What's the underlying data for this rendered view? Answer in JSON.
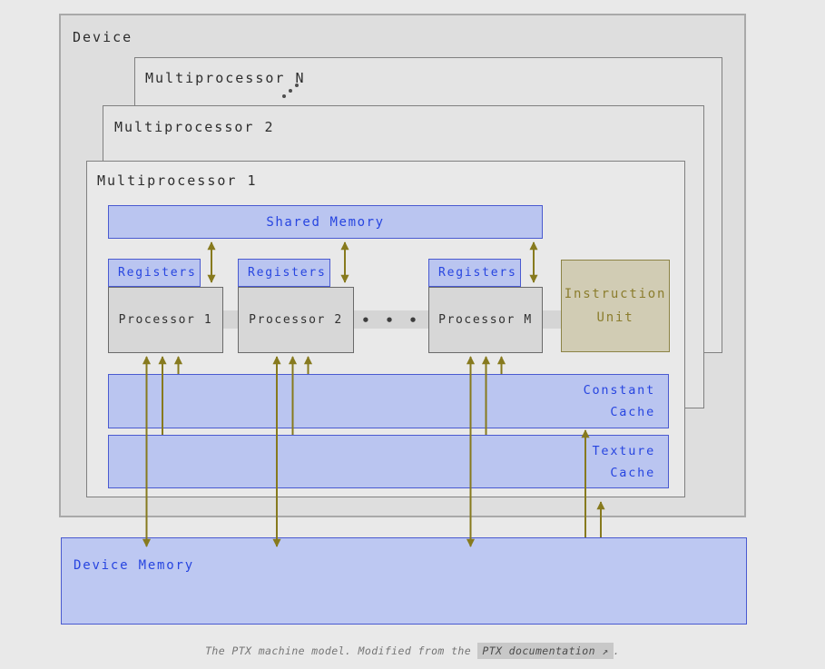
{
  "device": {
    "label": "Device"
  },
  "multiprocessors": [
    {
      "label": "Multiprocessor N"
    },
    {
      "label": "Multiprocessor 2"
    },
    {
      "label": "Multiprocessor 1"
    }
  ],
  "shared_memory": {
    "label": "Shared Memory"
  },
  "registers": {
    "label": "Registers"
  },
  "processors": [
    {
      "label": "Processor 1"
    },
    {
      "label": "Processor 2"
    },
    {
      "label": "Processor M"
    }
  ],
  "processor_ellipsis": "• • •",
  "instruction_unit": {
    "line1": "Instruction",
    "line2": "Unit"
  },
  "constant_cache": {
    "line1": "Constant",
    "line2": "Cache"
  },
  "texture_cache": {
    "line1": "Texture",
    "line2": "Cache"
  },
  "device_memory": {
    "label": "Device Memory"
  },
  "caption": {
    "prefix": "The PTX machine model. Modified from the ",
    "link_text": "PTX documentation",
    "link_icon": "↗",
    "suffix": "."
  },
  "colors": {
    "background": "#e9e9e9",
    "device_fill": "#dedede",
    "multiprocessor_fill": "#e4e4e4",
    "memory_fill": "#bac5f0",
    "memory_border": "#4a5ad0",
    "memory_text": "#2745e0",
    "processor_fill": "#d7d7d7",
    "instruction_fill": "#d1ccb4",
    "instruction_text": "#8b7d2d",
    "arrow": "#877a1e",
    "caption_link_bg": "#c8c8c8"
  }
}
